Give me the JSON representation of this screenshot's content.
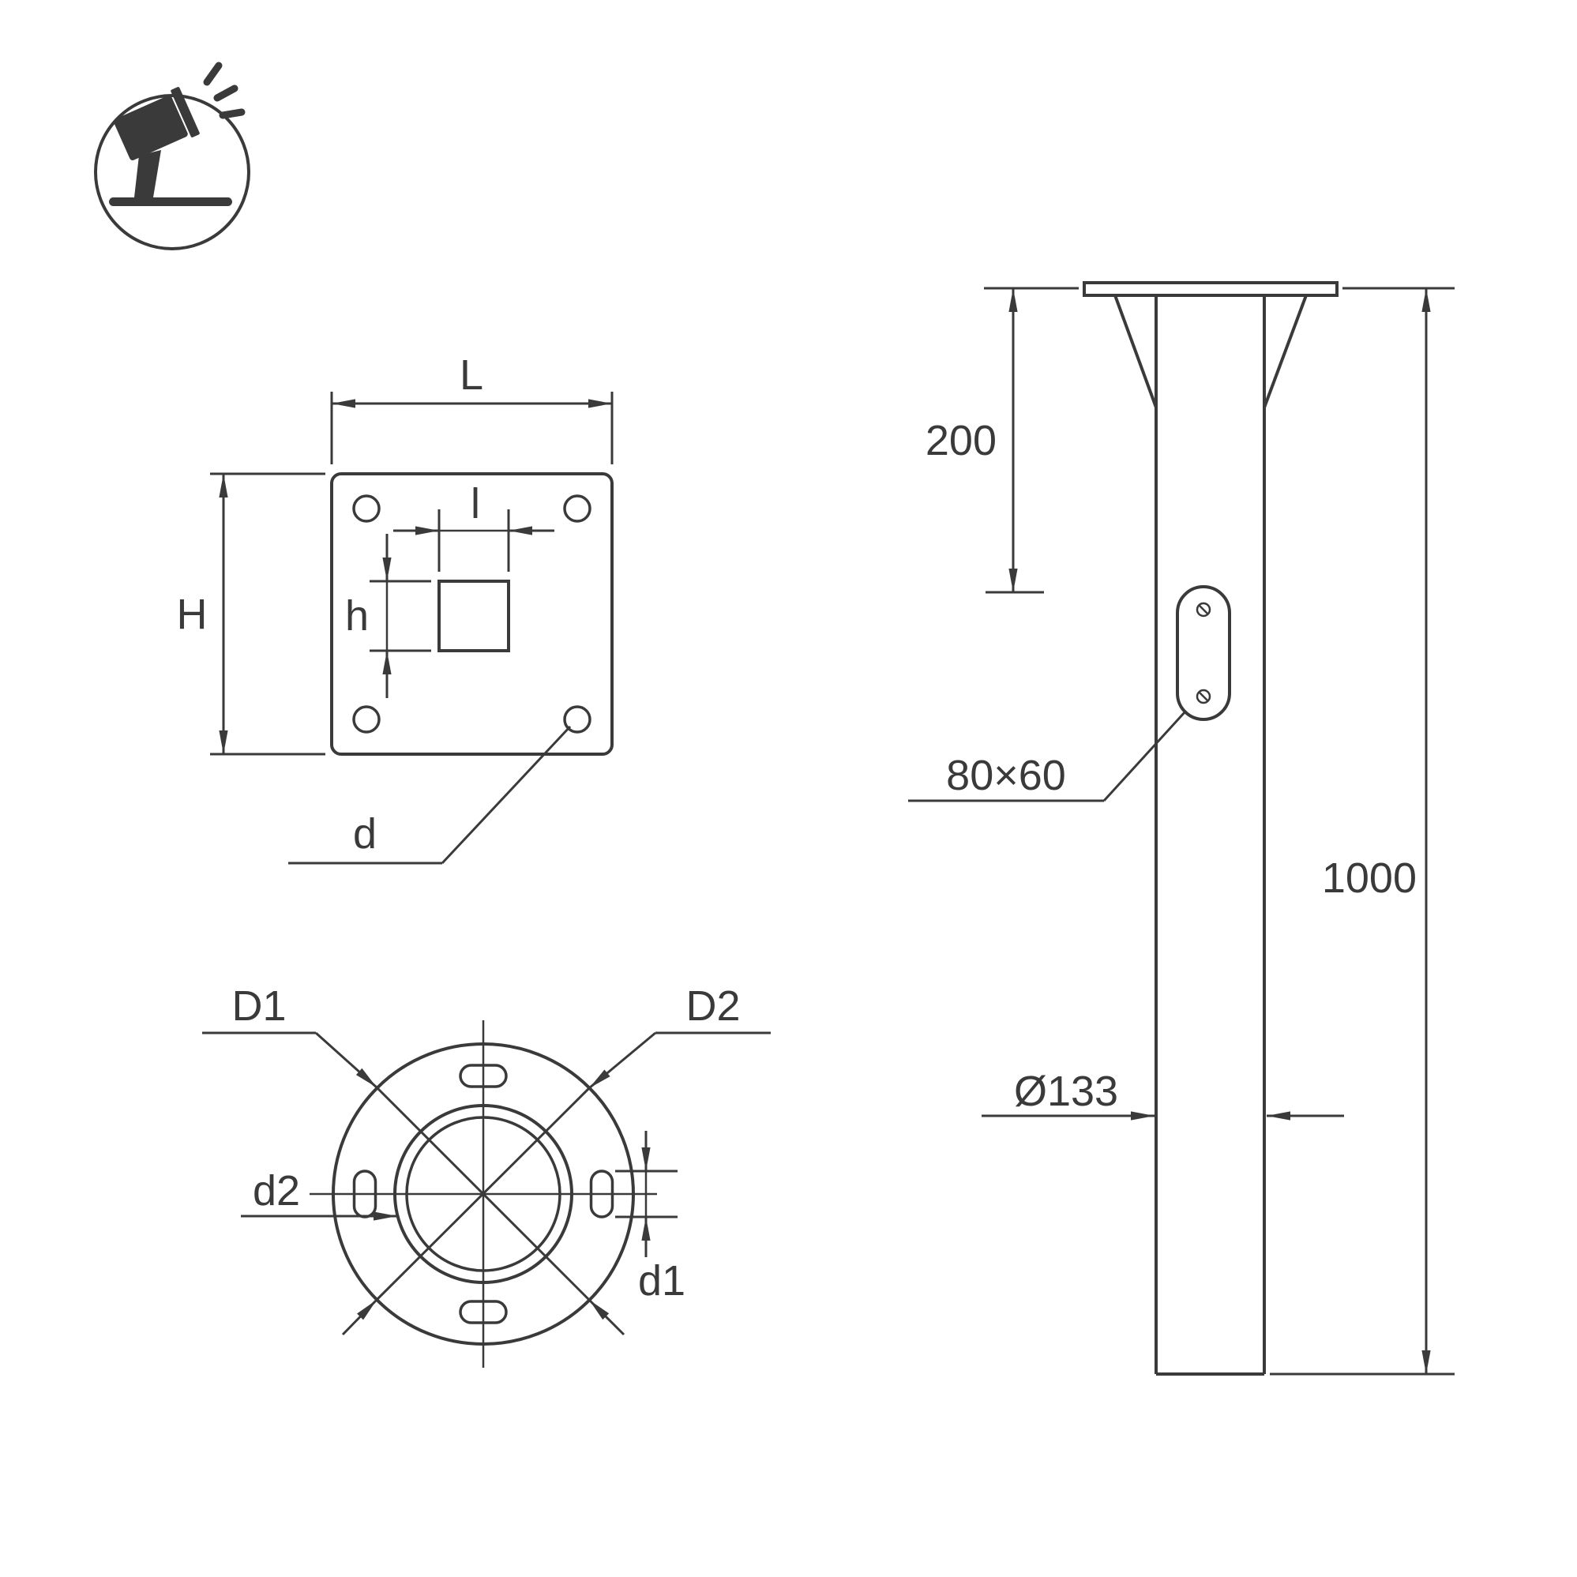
{
  "colors": {
    "line": "#3a3a3a",
    "background": "#ffffff"
  },
  "logo": {
    "name": "tilted-floodlight-on-ground-icon"
  },
  "top_view": {
    "labels": {
      "plate_width": "L",
      "inner_width": "l",
      "plate_height": "H",
      "inner_height": "h",
      "corner_hole": "d"
    }
  },
  "bottom_view": {
    "labels": {
      "diameter_1": "D1",
      "diameter_2": "D2",
      "slot_hole": "d1",
      "inner_diameter": "d2"
    }
  },
  "side_view": {
    "labels": {
      "top_section": "200",
      "total_length": "1000",
      "cable_opening": "80×60",
      "pipe_diameter": "Ø133"
    }
  }
}
